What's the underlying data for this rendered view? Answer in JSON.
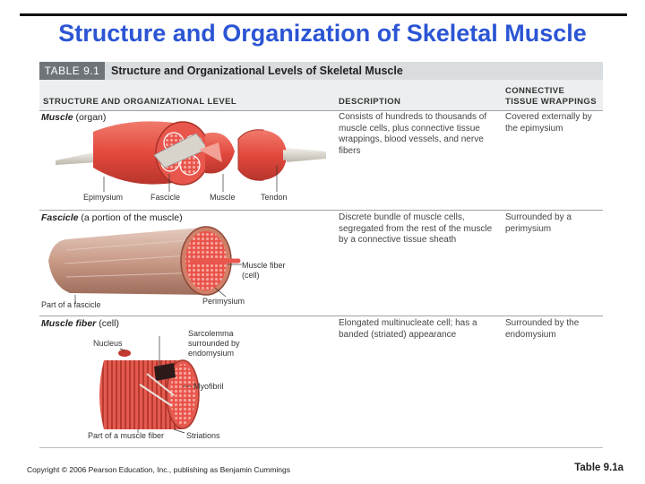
{
  "slide": {
    "title": "Structure and Organization of Skeletal Muscle"
  },
  "table": {
    "badge": "TABLE 9.1",
    "caption": "Structure and Organizational Levels of Skeletal Muscle",
    "col_structure": "STRUCTURE AND ORGANIZATIONAL LEVEL",
    "col_description": "DESCRIPTION",
    "col_connective_1": "CONNECTIVE",
    "col_connective_2": "TISSUE WRAPPINGS"
  },
  "rows": [
    {
      "name": "Muscle",
      "qualifier": "(organ)",
      "description": "Consists of hundreds to thousands of muscle cells, plus connective tissue wrappings, blood vessels, and nerve fibers",
      "wrapping": "Covered externally by the epimysium",
      "labels": [
        "Epimysium",
        "Fascicle",
        "Muscle",
        "Tendon"
      ]
    },
    {
      "name": "Fascicle",
      "qualifier": "(a portion of the muscle)",
      "description": "Discrete bundle of muscle cells, segregated from the rest of the muscle by a connective tissue sheath",
      "wrapping": "Surrounded by a perimysium",
      "labels": [
        "Muscle fiber",
        "(cell)",
        "Perimysium",
        "Part of a fascicle"
      ]
    },
    {
      "name": "Muscle fiber",
      "qualifier": "(cell)",
      "description": "Elongated multinucleate cell; has a banded (striated) appearance",
      "wrapping": "Surrounded by the endomysium",
      "labels": [
        "Nucleus",
        "Sarcolemma",
        "surrounded by",
        "endomysium",
        "Myofibril",
        "Part of a muscle fiber",
        "Striations"
      ]
    }
  ],
  "footer": {
    "copyright": "Copyright © 2006 Pearson Education, Inc., publishing as Benjamin Cummings",
    "table_ref": "Table 9.1a"
  },
  "colors": {
    "title": "#2b55d4",
    "muscle": "#e8564c",
    "tendon": "#d9d6cf",
    "fascicle_sheath": "#c9a08e"
  }
}
